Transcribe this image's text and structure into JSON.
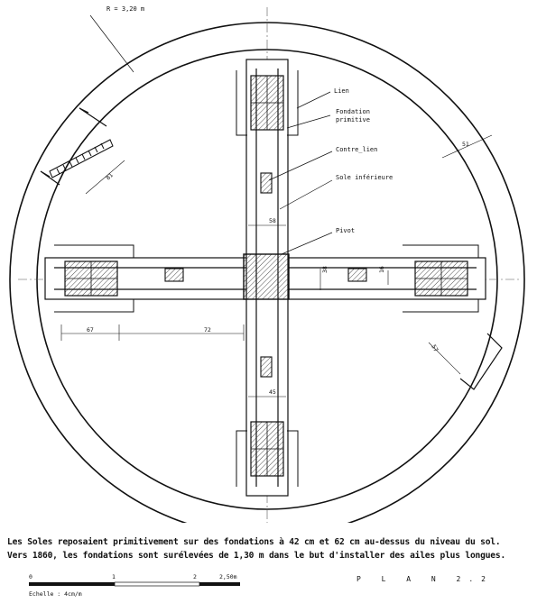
{
  "labels": {
    "radius": "R = 3,20 m",
    "lien": "Lien",
    "fondation_primitive_1": "Fondation",
    "fondation_primitive_2": "primitive",
    "contre_lien": "Contre_lien",
    "sole_inferieure": "Sole inférieure",
    "pivot": "Pivot"
  },
  "dimensions": {
    "d51_right": "51",
    "d81_left": "81",
    "d58": "58",
    "d38": "38",
    "d16": "16",
    "d67": "67",
    "d72": "72",
    "d57": "57",
    "d45": "45"
  },
  "caption": {
    "line1": "Les Soles reposaient primitivement sur des fondations à 42 cm et 62 cm au-dessus du niveau du sol.",
    "line2": "Vers 1860, les fondations sont surélevées de 1,30 m dans le but d'installer des ailes plus longues."
  },
  "scale": {
    "t0": "0",
    "t1": "1",
    "t2": "2",
    "t3": "2,50m",
    "label": "Echelle : 4cm/m"
  },
  "title": "P L A N   2.2"
}
